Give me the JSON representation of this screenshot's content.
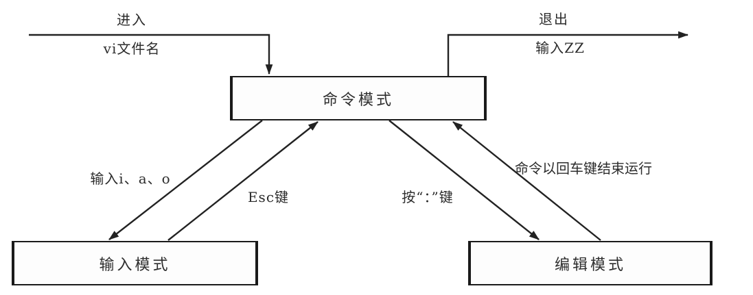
{
  "colors": {
    "background": "#ffffff",
    "line": "#222222",
    "text": "#2c2c2c",
    "box_border": "#1a1a1a",
    "box_fill": "#fdfdfd"
  },
  "boxes": {
    "command_mode": "命令模式",
    "input_mode": "输入模式",
    "edit_mode": "编辑模式"
  },
  "edges": {
    "enter": {
      "line1": "进入",
      "line2": "vi文件名"
    },
    "exit": {
      "line1": "退出",
      "line2": "输入ZZ"
    },
    "command_to_input": "输入i、a、o",
    "input_to_command": "Esc键",
    "command_to_edit": "按“：”键",
    "edit_to_command": "命令以回车键结束运行"
  }
}
